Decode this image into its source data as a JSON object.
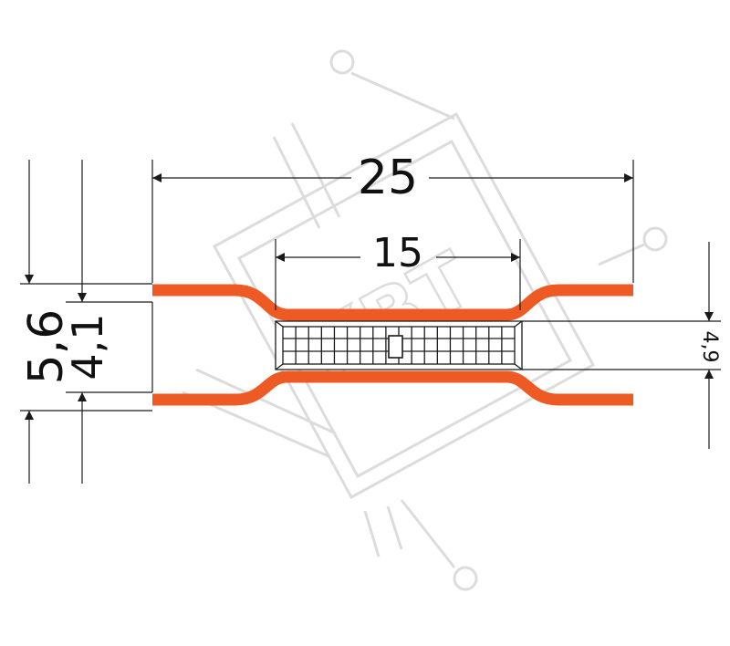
{
  "dimensions": {
    "overall_length": "25",
    "sleeve_length": "15",
    "outer_diameter": "5,6",
    "inner_diameter": "4,1",
    "sleeve_diameter": "4,9"
  },
  "watermark": {
    "text": "КВТ"
  },
  "colors": {
    "insulation": "#ee5a24",
    "line": "#1a1a1a",
    "watermark": "#dcdcdc",
    "background": "#ffffff"
  }
}
